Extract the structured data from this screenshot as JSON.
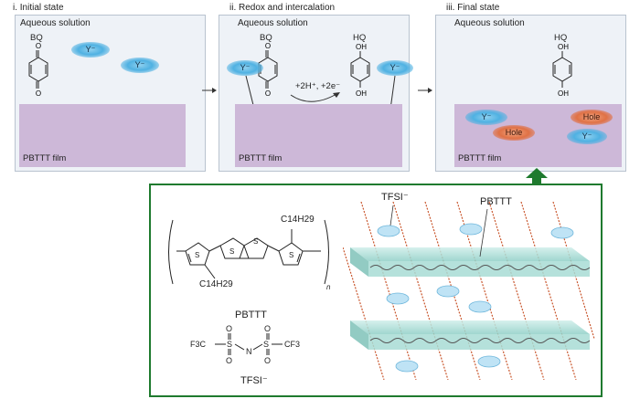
{
  "stages": [
    {
      "title": "i. Initial state",
      "solution_label": "Aqueous solution",
      "film_label": "PBTTT film"
    },
    {
      "title": "ii. Redox and intercalation",
      "solution_label": "Aqueous solution",
      "film_label": "PBTTT film"
    },
    {
      "title": "iii. Final state",
      "solution_label": "Aqueous solution",
      "film_label": "PBTTT film"
    }
  ],
  "molecules": {
    "bq": "BQ",
    "hq": "HQ",
    "oxygen": "O",
    "oh": "OH"
  },
  "ions": {
    "anion": "Y⁻",
    "hole": "Hole"
  },
  "reaction": "+2H⁺, +2e⁻",
  "structure": {
    "polymer_name": "PBTTT",
    "salt_name": "TFSI⁻",
    "alkyl": "C14H29",
    "subscript_n": "n",
    "tfsi_group_left": "F3C",
    "tfsi_group_right": "CF3",
    "nitrogen": "N",
    "sulfur": "S",
    "oxygen": "O"
  },
  "schematic": {
    "label_tfsi": "TFSI⁻",
    "label_pbttt": "PBTTT"
  },
  "colors": {
    "film": "#cdb8d8",
    "panel": "#eef2f7",
    "anion": "#4fb1e2",
    "hole": "#e07145",
    "frame": "#1f7a2e"
  }
}
